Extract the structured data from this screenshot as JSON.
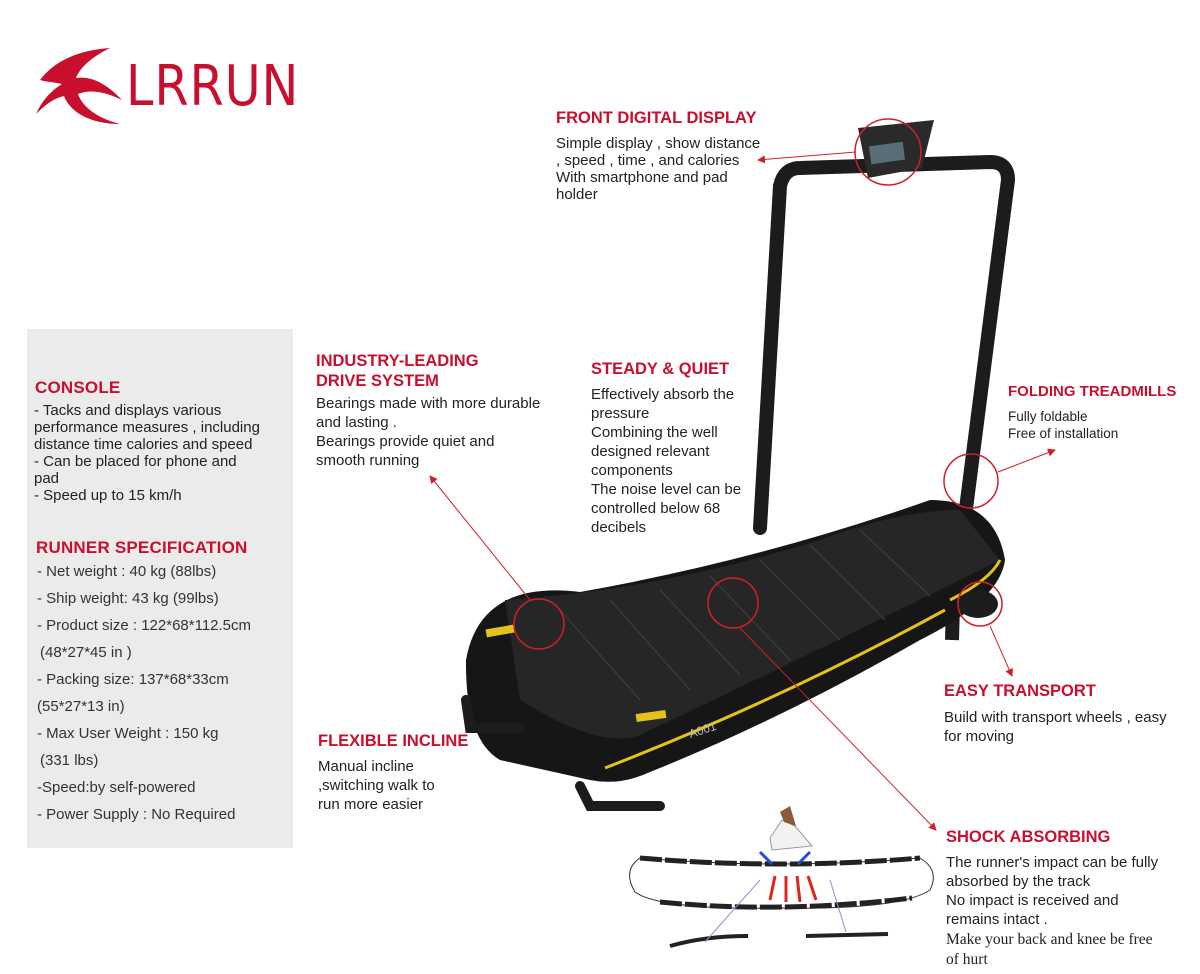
{
  "brand": {
    "name": "LRRUN",
    "color": "#c8102e"
  },
  "console": {
    "heading": "CONSOLE",
    "lines": [
      "- Tacks and displays various",
      "performance measures , including",
      "distance time calories and speed",
      "- Can be placed for phone and",
      "pad",
      "- Speed up to 15 km/h"
    ]
  },
  "runner_spec": {
    "heading": "RUNNER SPECIFICATION",
    "lines": [
      "- Net weight : 40 kg (88lbs)",
      "- Ship weight: 43 kg (99lbs)",
      "- Product size : 122*68*112.5cm",
      "(48*27*45 in )",
      "- Packing size: 137*68*33cm",
      "(55*27*13 in)",
      "- Max User Weight : 150 kg",
      "(331 lbs)",
      "-Speed:by self-powered",
      "- Power Supply :  No Required"
    ]
  },
  "features": {
    "front_display": {
      "heading": "FRONT DIGITAL DISPLAY",
      "lines": [
        "Simple display , show distance",
        ", speed , time , and calories",
        "With smartphone and pad",
        "holder"
      ]
    },
    "drive_system": {
      "heading_lines": [
        "INDUSTRY-LEADING",
        "DRIVE SYSTEM"
      ],
      "lines": [
        "Bearings made with more durable",
        "and lasting .",
        "Bearings provide quiet and",
        "smooth running"
      ]
    },
    "steady_quiet": {
      "heading": "STEADY & QUIET",
      "lines": [
        "Effectively absorb the",
        "pressure",
        "Combining the well",
        "designed relevant",
        "components",
        "The noise level can be",
        "controlled below 68",
        "decibels"
      ]
    },
    "folding": {
      "heading": "FOLDING TREADMILLS",
      "lines": [
        "Fully foldable",
        "Free of installation"
      ]
    },
    "easy_transport": {
      "heading": "EASY TRANSPORT",
      "lines": [
        "Build with transport wheels , easy",
        "for moving"
      ]
    },
    "flexible_incline": {
      "heading": "FLEXIBLE INCLINE",
      "lines": [
        "Manual incline",
        ",switching walk to",
        "run more easier"
      ]
    },
    "shock_absorbing": {
      "heading": "SHOCK ABSORBING",
      "lines": [
        "The runner's impact can be fully",
        "absorbed by the track",
        "No impact is received and",
        "remains intact ."
      ],
      "serif_lines": [
        "Make your back and knee be free",
        "of hurt"
      ]
    }
  },
  "product": {
    "model_label": "A001",
    "accent_color": "#e3c21b",
    "callout_color": "#d0202a"
  }
}
